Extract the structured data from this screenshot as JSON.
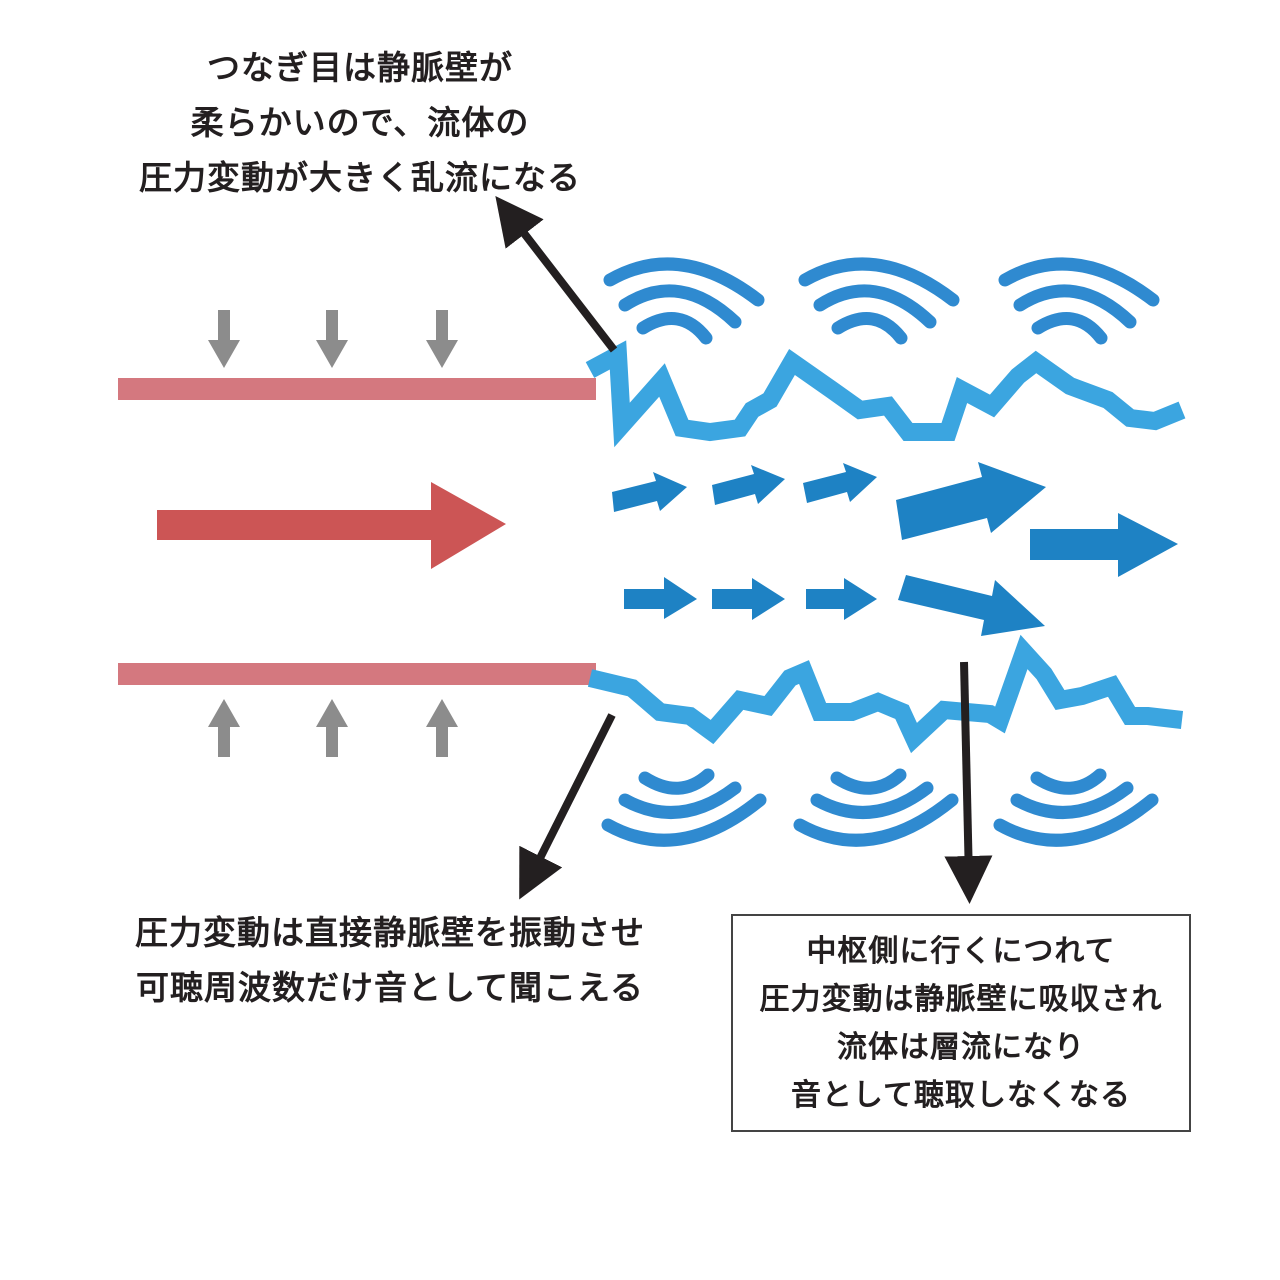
{
  "annotations": {
    "top": [
      "つなぎ目は静脈壁が",
      "柔らかいので、流体の",
      "圧力変動が大きく乱流になる"
    ],
    "bottom_left": [
      "圧力変動は直接静脈壁を振動させ",
      "可聴周波数だけ音として聞こえる"
    ],
    "box": [
      "中枢側に行くにつれて",
      "圧力変動は静脈壁に吸収され",
      "流体は層流になり",
      "音として聴取しなくなる"
    ]
  },
  "colors": {
    "vessel_wall": "#d4787f",
    "inflow_arrow": "#cc5555",
    "turbulent_wall": "#3ba5e0",
    "flow_arrows": "#1e82c4",
    "sound_waves": "#2f8ad0",
    "pressure_arrows": "#8c8c8c",
    "pointer_arrows": "#231f20"
  }
}
